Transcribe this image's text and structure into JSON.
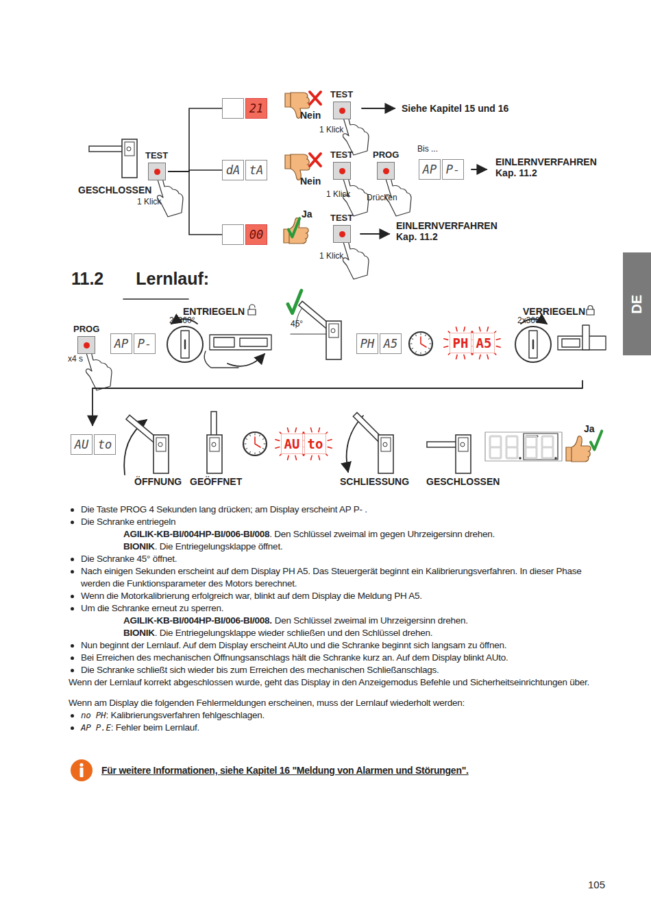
{
  "diagram": {
    "title": "11.2 Lernlauf:",
    "nodes": [
      {
        "text": [
          "TEST"
        ]
      },
      {
        "text": [
          "21"
        ]
      },
      {
        "text": [
          "dA",
          "tA"
        ]
      },
      {
        "text": [
          "00"
        ]
      },
      {
        "text": [
          "TEST"
        ]
      },
      {
        "text": [
          "TEST"
        ]
      },
      {
        "text": [
          "PROG"
        ]
      },
      {
        "text": [
          "AP",
          "P-"
        ]
      },
      {
        "text": [
          "TEST"
        ]
      },
      {
        "text": [
          "PROG"
        ]
      },
      {
        "text": [
          "AP",
          "P-"
        ]
      },
      {
        "text": [
          "PH",
          "A5"
        ]
      },
      {
        "text": [
          "PH",
          "A5"
        ]
      },
      {
        "text": [
          "AU",
          "to"
        ]
      },
      {
        "text": [
          "AU",
          "to"
        ]
      },
      {
        "text": [
          "DE"
        ]
      }
    ],
    "edges": [
      {
        "from": 0,
        "to": 1,
        "arrow": "none"
      },
      {
        "from": 0,
        "to": 2,
        "arrow": "none"
      },
      {
        "from": 0,
        "to": 3,
        "arrow": "none"
      }
    ],
    "labels": [
      "Nein",
      "1 Klick",
      "Siehe Kapitel 15 und 16",
      "GESCHLOSSEN",
      "1 Klick",
      "Bis ...",
      "EINLERNVERFAHREN Kap. 11.2",
      "Nein",
      "1 Klick",
      "Drücken",
      "Ja",
      "EINLERNVERFAHREN Kap. 11.2",
      "1 Klick",
      "x4 s",
      "ENTRIEGELN",
      "2x360°",
      "45°",
      "VERRIEGELN",
      "2x360°",
      "ÖFFNUNG",
      "GEÖFFNET",
      "SCHLIESSUNG",
      "GESCHLOSSEN",
      "Ja",
      "Die Taste PROG 4 Sekunden lang drücken; am Display erscheint AP P- .",
      "Die Schranke entriegeln",
      "AGILIK-KB-BI/004HP-BI/006-BI/008",
      ". Den Schlüssel zweimal im gegen Uhrzeigersinn drehen.",
      "BIONIK",
      ". Die Entriegelungsklappe öffnet.",
      "Die Schranke 45° öffnet.",
      "Nach einigen Sekunden erscheint auf dem Display PH A5. Das Steuergerät beginnt ein Kalibrierungsverfahren. In dieser Phase werden die Funktionsparameter des Motors berechnet.",
      "Wenn die Motorkalibrierung erfolgreich war, blinkt auf dem Display die Meldung PH A5.",
      "Um die Schranke erneut zu sperren.",
      "AGILIK-KB-BI/004HP-BI/006-BI/008.",
      "Den Schlüssel zweimal im Uhrzeigersinn drehen.",
      "BIONIK",
      ". Die Entriegelungsklappe wieder schließen und den Schlüssel drehen.",
      "Nun beginnt der Lernlauf. Auf dem Display erscheint AUto und die Schranke beginnt sich langsam zu öffnen.",
      "Bei Erreichen des mechanischen Öffnungsanschlags hält die Schranke kurz an. Auf dem Display blinkt AUto.",
      "Die Schranke schließt sich wieder bis zum Erreichen des mechanischen Schließanschlags.",
      "Wenn der Lernlauf korrekt abgeschlossen wurde, geht das Display in den Anzeigemodus Befehle und Sicherheitseinrichtungen über.",
      "Wenn am Display die folgenden Fehlermeldungen erscheinen, muss der Lernlauf wiederholt werden:",
      "no PH",
      ": Kalibrierungsverfahren fehlgeschlagen.",
      "AP P.E",
      ": Fehler beim Lernlauf.",
      "Für weitere Informationen, siehe Kapitel 16 \"Meldung von Alarmen und Störungen\".",
      "105"
    ]
  }
}
